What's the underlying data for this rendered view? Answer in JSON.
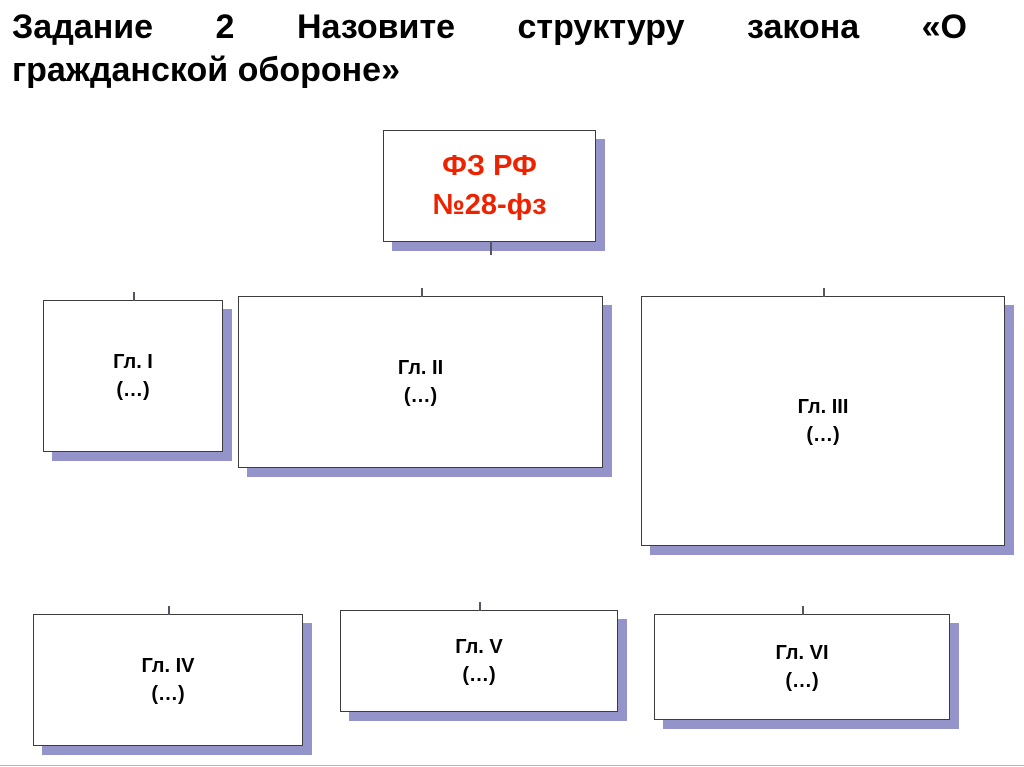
{
  "slide": {
    "title": {
      "line1": "Задание 2 Назовите структуру закона «О",
      "line2": "гражданской обороне»"
    },
    "root_box": {
      "line1": "ФЗ РФ",
      "line2": "№28-фз"
    },
    "chapters": [
      {
        "label": "Гл. I",
        "sub": "(…)"
      },
      {
        "label": "Гл. II",
        "sub": "(…)"
      },
      {
        "label": "Гл. III",
        "sub": "(…)"
      },
      {
        "label": "Гл. IV",
        "sub": "(…)"
      },
      {
        "label": "Гл. V",
        "sub": "(…)"
      },
      {
        "label": "Гл. VI",
        "sub": "(…)"
      }
    ],
    "colors": {
      "shadow": "#9494ca",
      "border": "#3c3c3c",
      "root_text": "#ee2200"
    }
  }
}
